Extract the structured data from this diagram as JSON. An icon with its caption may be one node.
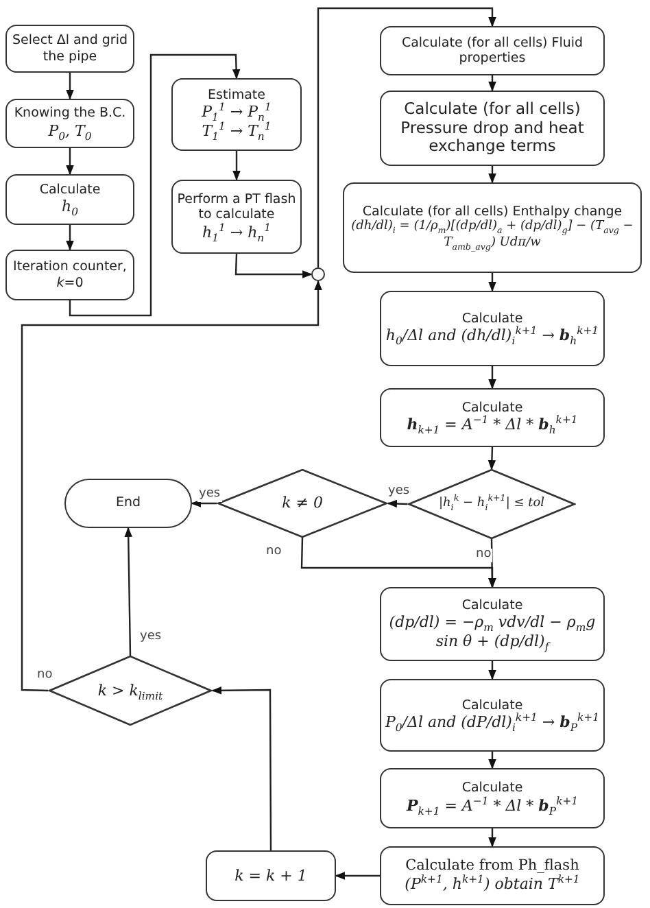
{
  "diagram": {
    "nodes": [
      {
        "text": [
          "Select Δl and grid the pipe"
        ]
      },
      {
        "text": [
          "Knowing the B.C.",
          "P$_{0}$, T$_{0}$"
        ]
      },
      {
        "text": [
          "Calculate",
          "h$_{0}$"
        ]
      },
      {
        "text": [
          "Iteration counter, *k*=0"
        ]
      },
      {
        "text": [
          "Estimate",
          "P$_{1}$$^{1}$ → P$_{n}$$^{1}$",
          "T$_{1}$$^{1}$ → T$_{n}$$^{1}$"
        ]
      },
      {
        "text": [
          "Perform a PT flash to calculate",
          "h$_{1}$$^{1}$ → h$_{n}$$^{1}$"
        ]
      },
      {
        "text": [],
        "shape": "circle"
      },
      {
        "text": [
          "Calculate (for all cells) Fluid properties"
        ]
      },
      {
        "text": [
          "Calculate (for all cells) Pressure drop and heat exchange terms"
        ]
      },
      {
        "text": [
          "Calculate (for all cells) Enthalpy change",
          "(dh/dl)$_{i}$ = (1/ρ$_{m}$)[(dp/dl)$_{a}$ + (dp/dl)$_{g}$] − (T$_{avg}$ − T$_{amb_avg}$) Udπ/w"
        ]
      },
      {
        "text": [
          "Calculate",
          "h$_{0}$/Δl and (dh/dl)$_{i}$$^{k+1}$ → **b**$_{h}$$^{k+1}$"
        ]
      },
      {
        "text": [
          "Calculate",
          "**h**$_{k+1}$ = A$^{−1}$ * Δl * **b**$_{h}$$^{k+1}$"
        ]
      },
      {
        "text": [
          "|h$_{i}$$^{k}$ − h$_{i}$$^{k+1}$| ≤ tol"
        ]
      },
      {
        "text": [
          "k ≠ 0"
        ]
      },
      {
        "text": [
          "End"
        ]
      },
      {
        "text": [
          "Calculate",
          "(dp/dl) = −ρ$_{m}$ vdv/dl − ρ$_{m}$g sin θ + (dp/dl)$_{f}$"
        ]
      },
      {
        "text": [
          "Calculate",
          "P$_{0}$/Δl and (dP/dl)$_{i}$$^{k+1}$ → **b**$_{P}$$^{k+1}$"
        ]
      },
      {
        "text": [
          "Calculate",
          "**P**$_{k+1}$ = A$^{−1}$ * Δl * **b**$_{P}$$^{k+1}$"
        ]
      },
      {
        "text": [
          "Calculate from Ph_flash",
          "(P$^{k+1}$, h$^{k+1}$) obtain T$^{k+1}$"
        ]
      },
      {
        "text": [
          "k = k + 1"
        ]
      },
      {
        "text": [
          "k > k$_{limit}$"
        ]
      }
    ],
    "edges": [
      {
        "from": 0,
        "to": 1,
        "arrow": "to"
      },
      {
        "from": 1,
        "to": 2,
        "arrow": "to"
      },
      {
        "from": 2,
        "to": 3,
        "arrow": "to"
      },
      {
        "from": 3,
        "to": 4,
        "arrow": "to"
      },
      {
        "from": 4,
        "to": 5,
        "arrow": "to"
      },
      {
        "from": 5,
        "to": 6,
        "arrow": "to"
      },
      {
        "from": 6,
        "to": 7,
        "arrow": "to"
      },
      {
        "from": 7,
        "to": 8,
        "arrow": "to"
      },
      {
        "from": 8,
        "to": 9,
        "arrow": "to"
      },
      {
        "from": 9,
        "to": 10,
        "arrow": "to"
      },
      {
        "from": 10,
        "to": 11,
        "arrow": "to"
      },
      {
        "from": 11,
        "to": 12,
        "arrow": "to"
      },
      {
        "from": 12,
        "to": 13,
        "arrow": "to",
        "label": "yes"
      },
      {
        "from": 13,
        "to": 14,
        "arrow": "to",
        "label": "yes"
      },
      {
        "from": 13,
        "to": 15,
        "arrow": "to",
        "label": "no"
      },
      {
        "from": 12,
        "to": 15,
        "arrow": "to",
        "label": "no"
      },
      {
        "from": 15,
        "to": 16,
        "arrow": "to"
      },
      {
        "from": 16,
        "to": 17,
        "arrow": "to"
      },
      {
        "from": 17,
        "to": 18,
        "arrow": "to"
      },
      {
        "from": 18,
        "to": 19,
        "arrow": "to"
      },
      {
        "from": 19,
        "to": 20,
        "arrow": "to"
      },
      {
        "from": 20,
        "to": 14,
        "arrow": "to",
        "label": "yes"
      },
      {
        "from": 20,
        "to": 6,
        "arrow": "to",
        "label": "no"
      }
    ]
  }
}
